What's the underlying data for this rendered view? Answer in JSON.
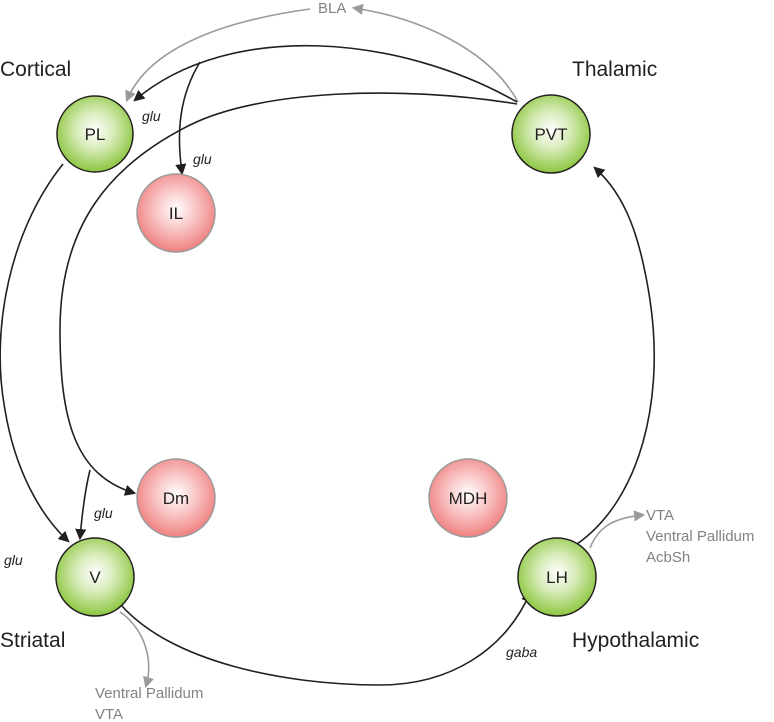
{
  "regions": {
    "cortical": "Cortical",
    "thalamic": "Thalamic",
    "striatal": "Striatal",
    "hypothalamic": "Hypothalamic"
  },
  "nodes": {
    "pl": {
      "label": "PL",
      "color": "#8cc63f"
    },
    "pvt": {
      "label": "PVT",
      "color": "#8cc63f"
    },
    "il": {
      "label": "IL",
      "color": "#f08080"
    },
    "dm": {
      "label": "Dm",
      "color": "#f08080"
    },
    "mdh": {
      "label": "MDH",
      "color": "#f08080"
    },
    "v": {
      "label": "V",
      "color": "#8cc63f"
    },
    "lh": {
      "label": "LH",
      "color": "#8cc63f"
    }
  },
  "neurotransmitters": {
    "glu_pl": "glu",
    "glu_il": "glu",
    "glu_dm": "glu",
    "glu_v": "glu",
    "gaba_lh": "gaba"
  },
  "outputs": {
    "bla": "BLA",
    "lh_targets": [
      "VTA",
      "Ventral Pallidum",
      "AcbSh"
    ],
    "v_targets": [
      "Ventral Pallidum",
      "VTA"
    ]
  },
  "colors": {
    "green_node": "#8cc63f",
    "red_node": "#f08080",
    "projection_arrow": "#231f20",
    "external_arrow": "#9a9a9a"
  }
}
